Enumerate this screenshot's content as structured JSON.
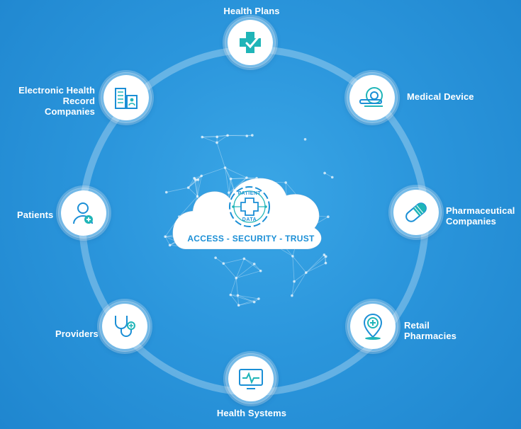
{
  "center": {
    "badge_top": "PATIENT",
    "badge_bottom": "DATA",
    "tagline": "ACCESS - SECURITY - TRUST"
  },
  "nodes": [
    {
      "label": "Health Plans",
      "icon": "medical-cross-check-icon"
    },
    {
      "label": "Medical Device",
      "icon": "mri-scanner-icon"
    },
    {
      "label": "Pharmaceutical Companies",
      "icon": "pill-capsule-icon"
    },
    {
      "label": "Retail Pharmacies",
      "icon": "pharmacy-location-pin-icon"
    },
    {
      "label": "Health Systems",
      "icon": "heart-monitor-icon"
    },
    {
      "label": "Providers",
      "icon": "stethoscope-icon"
    },
    {
      "label": "Patients",
      "icon": "patient-avatar-icon"
    },
    {
      "label": "Electronic Health Record Companies",
      "icon": "hospital-building-icon"
    }
  ],
  "colors": {
    "background": "#2b96dc",
    "icon_teal": "#1fb5b8",
    "icon_blue": "#1b8fd6",
    "node_fill": "#ffffff"
  }
}
